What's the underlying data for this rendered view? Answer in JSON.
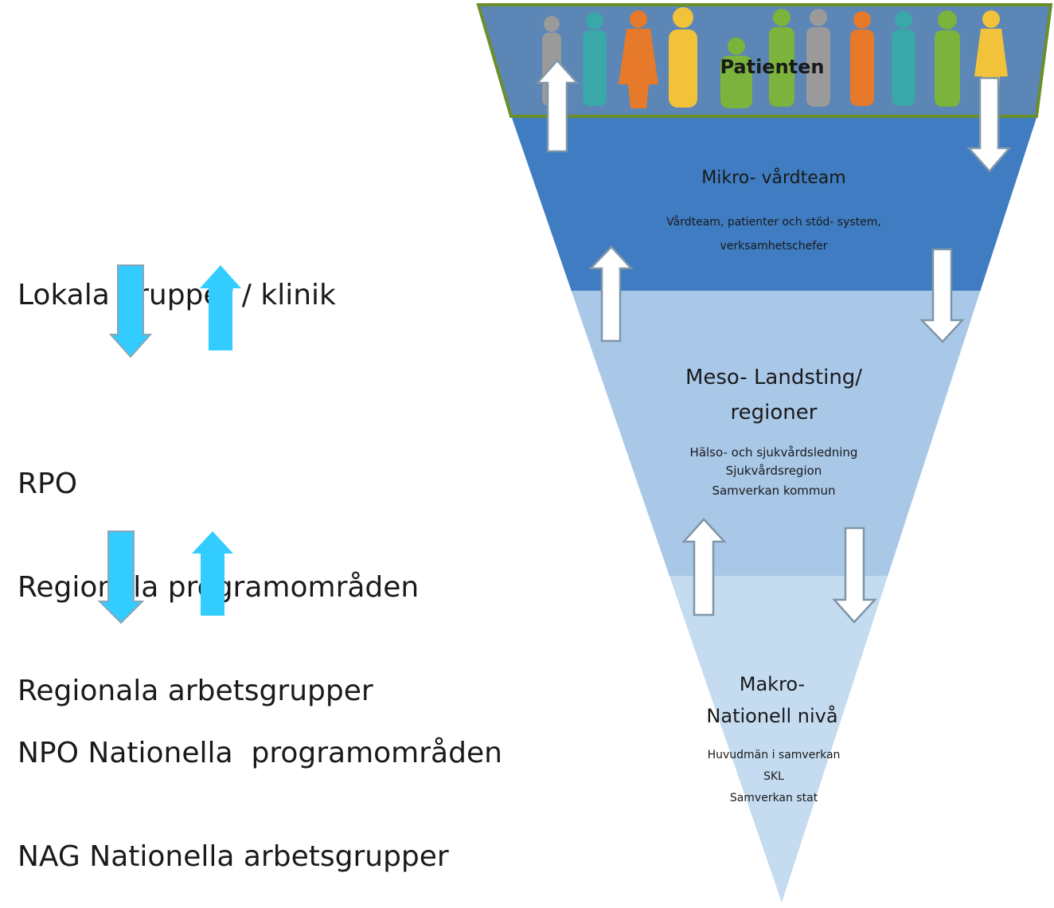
{
  "left_column": {
    "local": "Lokala grupper / klinik",
    "rpo": [
      "RPO",
      "Regionala programområden",
      "Regionala arbetsgrupper"
    ],
    "npo": [
      "NPO Nationella  programområden",
      "NAG Nationella arbetsgrupper"
    ]
  },
  "pyramid": {
    "top_label": "Patienten",
    "levels": [
      {
        "title": [
          "Mikro- vårdteam"
        ],
        "sub": [
          "Vårdteam, patienter och stöd- system,",
          "verksamhetschefer"
        ]
      },
      {
        "title": [
          "Meso- Landsting/",
          "regioner"
        ],
        "sub": [
          "Hälso- och sjukvårdsledning",
          "Sjukvårdsregion",
          "Samverkan kommun"
        ]
      },
      {
        "title": [
          "Makro-",
          "Nationell nivå"
        ],
        "sub": [
          "Huvudmän i samverkan",
          "SKL",
          "Samverkan stat"
        ]
      }
    ]
  },
  "colors": {
    "top_band": "#5b86b5",
    "top_border": "#6a8f2a",
    "micro": "#3f7cc1",
    "meso": "#a9c8e8",
    "makro": "#c4dbf0",
    "cyan_arrow": "#33ccff"
  }
}
